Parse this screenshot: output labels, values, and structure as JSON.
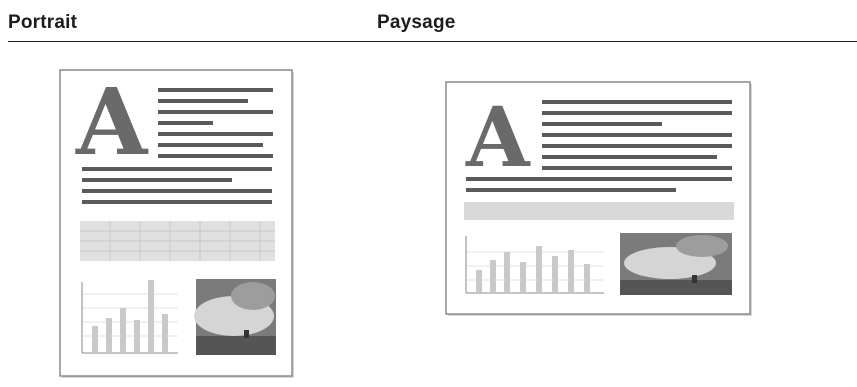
{
  "headers": {
    "portrait_label": "Portrait",
    "landscape_label": "Paysage"
  },
  "illustrations": {
    "portrait": {
      "big_letter": "A"
    },
    "landscape": {
      "big_letter": "A"
    }
  },
  "colors": {
    "rule": "#222222",
    "page_border": "#8a8a8a",
    "text_lines": "#5a5a5a",
    "band": "#d9d9d9",
    "letter": "#6a6a6a"
  }
}
